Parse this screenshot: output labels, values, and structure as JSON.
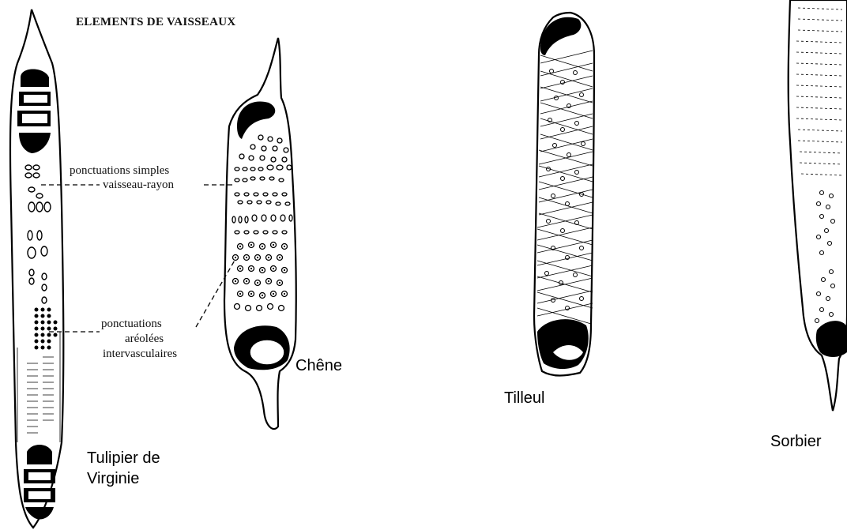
{
  "title": "ELEMENTS DE VAISSEAUX",
  "annotations": {
    "simple_pits_line1": "ponctuations simples",
    "simple_pits_line2": "vaisseau-rayon",
    "bordered_pits_line1": "ponctuations",
    "bordered_pits_line2": "aréolées",
    "bordered_pits_line3": "intervasculaires"
  },
  "species": {
    "tulipier_line1": "Tulipier de",
    "tulipier_line2": "Virginie",
    "chene": "Chêne",
    "tilleul": "Tilleul",
    "sorbier": "Sorbier"
  }
}
